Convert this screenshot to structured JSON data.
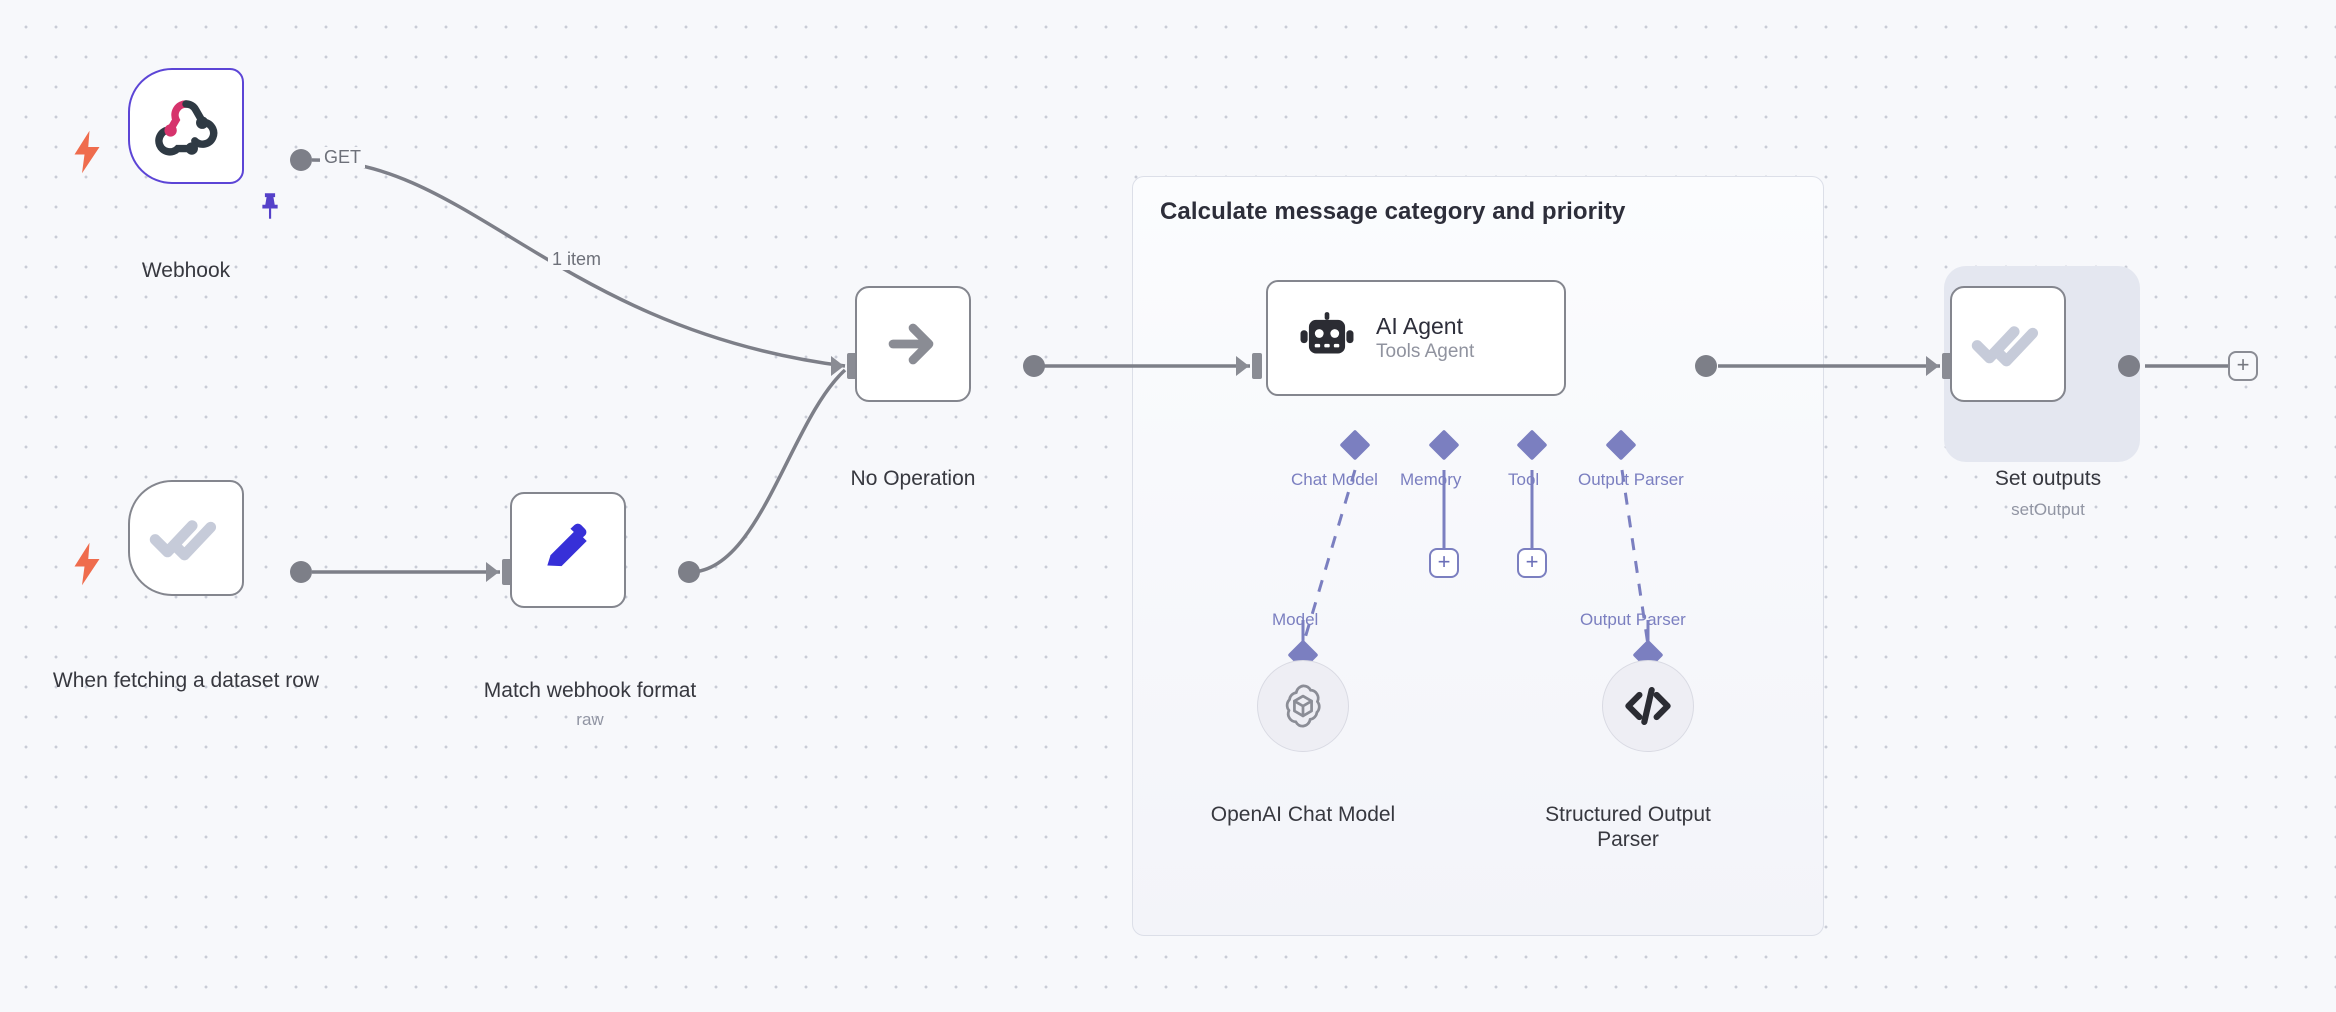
{
  "canvas": {
    "background_color": "#f7f8fb",
    "dot_color": "#c9ccd6"
  },
  "group": {
    "title": "Calculate message category and priority",
    "border_color": "#dcdfe8"
  },
  "nodes": [
    {
      "id": "webhook",
      "label": "Webhook",
      "sublabel": "",
      "icon": "webhook-icon",
      "type": "trigger",
      "selected": true,
      "pinned": true,
      "output_label": "GET"
    },
    {
      "id": "when-fetching-dataset-row",
      "label": "When fetching a dataset row",
      "sublabel": "",
      "icon": "double-check-icon",
      "type": "trigger",
      "selected": false,
      "pinned": false,
      "output_label": ""
    },
    {
      "id": "match-webhook-format",
      "label": "Match webhook format",
      "sublabel": "raw",
      "icon": "pencil-icon",
      "type": "square",
      "selected": false,
      "pinned": false,
      "output_label": ""
    },
    {
      "id": "no-operation",
      "label": "No Operation",
      "sublabel": "",
      "icon": "arrow-right-icon",
      "type": "square",
      "selected": false,
      "pinned": false,
      "output_label": ""
    },
    {
      "id": "set-outputs",
      "label": "Set outputs",
      "sublabel": "setOutput",
      "icon": "double-check-icon",
      "type": "square",
      "selected": true,
      "pinned": false,
      "output_label": ""
    }
  ],
  "agent": {
    "title": "AI Agent",
    "subtitle": "Tools Agent",
    "icon": "robot-icon",
    "connections": [
      {
        "label": "Chat Model",
        "kind": "model",
        "has_plus": false
      },
      {
        "label": "Memory",
        "kind": "memory",
        "has_plus": true
      },
      {
        "label": "Tool",
        "kind": "tool",
        "has_plus": true
      },
      {
        "label": "Output Parser",
        "kind": "output-parser",
        "has_plus": false
      }
    ]
  },
  "sub_nodes": [
    {
      "id": "openai-chat-model",
      "label": "OpenAI Chat Model",
      "connector_label": "Model",
      "icon": "openai-icon"
    },
    {
      "id": "structured-output-parser",
      "label": "Structured Output Parser",
      "connector_label": "Output Parser",
      "icon": "code-brackets-icon"
    }
  ],
  "edges": [
    {
      "from": "webhook",
      "to": "no-operation",
      "label": "1 item"
    },
    {
      "from": "when-fetching-dataset-row",
      "to": "match-webhook-format",
      "label": ""
    },
    {
      "from": "match-webhook-format",
      "to": "no-operation",
      "label": ""
    },
    {
      "from": "no-operation",
      "to": "ai-agent",
      "label": ""
    },
    {
      "from": "ai-agent",
      "to": "set-outputs",
      "label": ""
    }
  ],
  "add_node_button": {
    "label": "+"
  },
  "colors": {
    "node_border": "#84868e",
    "selected_border": "#5c45d6",
    "trigger_bolt": "#ef6c4d",
    "sub_connection": "#7b7fc0",
    "pencil": "#3730d8",
    "webhook_red": "#d6336c",
    "webhook_dark": "#2f3a44"
  }
}
